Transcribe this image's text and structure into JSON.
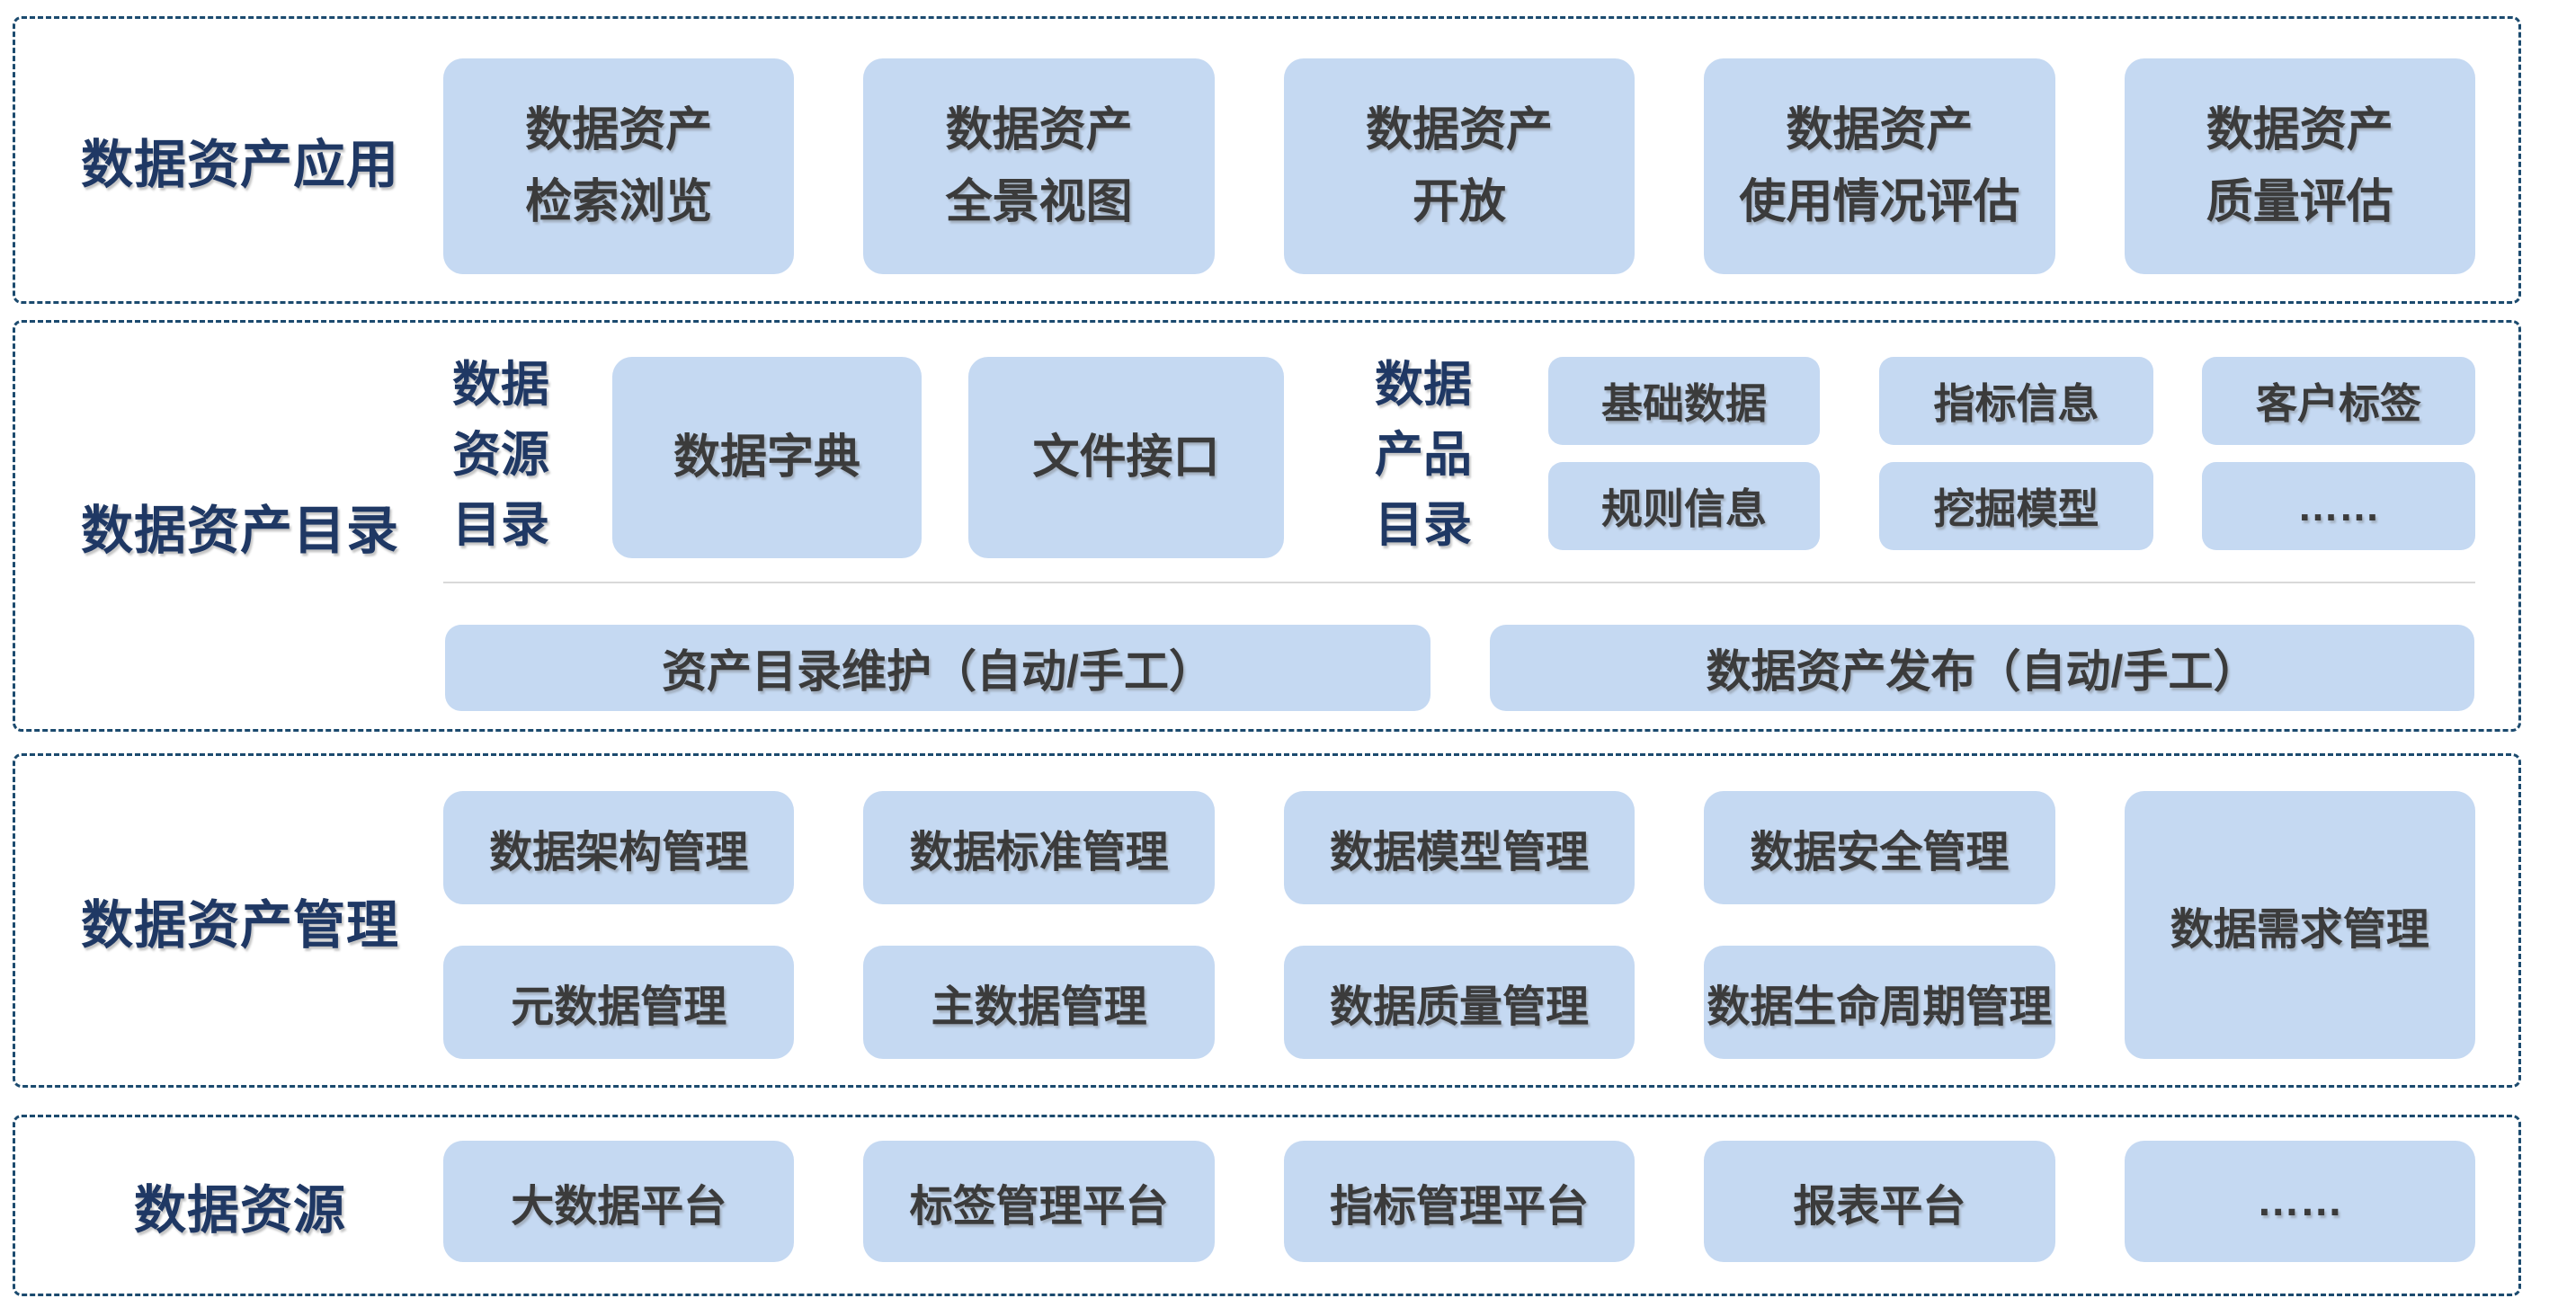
{
  "colors": {
    "background": "#ffffff",
    "box_fill": "#c5d9f2",
    "section_label": "#1f3864",
    "section_border": "#1b4a6e",
    "box_text": "#3b3b3b",
    "divider": "#d9d9d9"
  },
  "sections": {
    "application": {
      "label": "数据资产应用",
      "boxes": [
        {
          "l1": "数据资产",
          "l2": "检索浏览"
        },
        {
          "l1": "数据资产",
          "l2": "全景视图"
        },
        {
          "l1": "数据资产",
          "l2": "开放"
        },
        {
          "l1": "数据资产",
          "l2": "使用情况评估"
        },
        {
          "l1": "数据资产",
          "l2": "质量评估"
        }
      ]
    },
    "catalog": {
      "label": "数据资产目录",
      "resource_group": {
        "lines": [
          "数据",
          "资源",
          "目录"
        ],
        "boxes": [
          "数据字典",
          "文件接口"
        ]
      },
      "product_group": {
        "lines": [
          "数据",
          "产品",
          "目录"
        ],
        "row1": [
          "基础数据",
          "指标信息",
          "客户标签"
        ],
        "row2": [
          "规则信息",
          "挖掘模型",
          "……"
        ]
      },
      "wide_boxes": [
        "资产目录维护（自动/手工）",
        "数据资产发布（自动/手工）"
      ]
    },
    "management": {
      "label": "数据资产管理",
      "row1": [
        "数据架构管理",
        "数据标准管理",
        "数据模型管理",
        "数据安全管理"
      ],
      "row2": [
        "元数据管理",
        "主数据管理",
        "数据质量管理",
        "数据生命周期管理"
      ],
      "tall_box": "数据需求管理"
    },
    "resources": {
      "label": "数据资源",
      "boxes": [
        "大数据平台",
        "标签管理平台",
        "指标管理平台",
        "报表平台",
        "……"
      ]
    }
  }
}
